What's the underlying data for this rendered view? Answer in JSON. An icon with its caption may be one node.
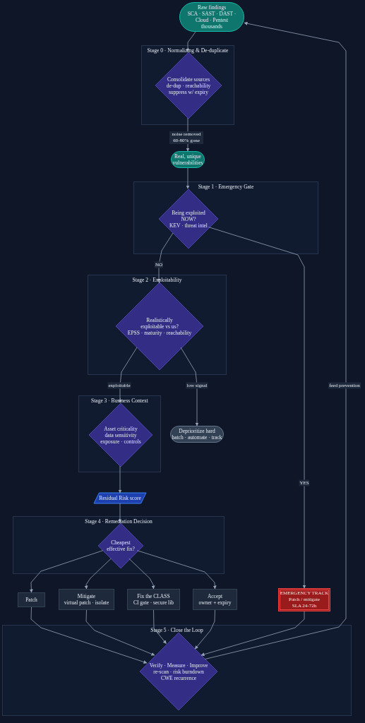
{
  "diagram": {
    "nodes": [
      {
        "text": [
          "Raw findings",
          "SCA · SAST · DAST · Cloud · Pentest",
          "thousands"
        ]
      },
      {
        "text": [
          "Stage 0 · Normalizing & De-duplicate"
        ]
      },
      {
        "text": [
          "Consolidate sources",
          "de-dup · reachability",
          "suppress w/ expiry"
        ],
        "in": 1
      },
      {
        "text": [
          "Real, unique",
          "vulnerabilities"
        ]
      },
      {
        "text": [
          "Stage 1 · Emergency Gate"
        ]
      },
      {
        "text": [
          "Being exploited",
          "NOW?",
          "KEV · threat intel"
        ],
        "in": 4
      },
      {
        "text": [
          "Stage 2 · Exploitability"
        ]
      },
      {
        "text": [
          "Realistically",
          "exploitable vs us?",
          "EPSS · maturity · reachability"
        ],
        "in": 6
      },
      {
        "text": [
          "Stage 3 · Business Context"
        ]
      },
      {
        "text": [
          "Asset criticality",
          "data sensitivity",
          "exposure · controls"
        ],
        "in": 8
      },
      {
        "text": [
          "Deprioritize hard",
          "batch · automate · track"
        ]
      },
      {
        "text": [
          "Residual Risk score"
        ]
      },
      {
        "text": [
          "Stage 4 · Remediation Decision"
        ]
      },
      {
        "text": [
          "Cheapest",
          "effective fix?"
        ],
        "in": 12
      },
      {
        "text": [
          "Patch"
        ]
      },
      {
        "text": [
          "Mitigate",
          "virtual patch · isolate"
        ]
      },
      {
        "text": [
          "Fix the CLASS",
          "CI gate · secure lib"
        ]
      },
      {
        "text": [
          "Accept",
          "owner + expiry"
        ]
      },
      {
        "text": [
          "EMERGENCY TRACK",
          "Patch / mitigate",
          "SLA 24-72h"
        ]
      },
      {
        "text": [
          "Stage 5 · Close the Loop"
        ]
      },
      {
        "text": [
          "Verify · Measure · Improve",
          "re-scan · risk burndown",
          "CWE recurrence"
        ],
        "in": 19
      }
    ],
    "edges": [
      {
        "from": 0,
        "to": 2,
        "arrow": "to"
      },
      {
        "from": 2,
        "to": 3,
        "arrow": "to",
        "label": "noise removed 60-80% gone"
      },
      {
        "from": 3,
        "to": 5,
        "arrow": "to"
      },
      {
        "from": 5,
        "to": 7,
        "arrow": "to",
        "label": "NO"
      },
      {
        "from": 5,
        "to": 18,
        "arrow": "to",
        "label": "YES"
      },
      {
        "from": 7,
        "to": 9,
        "arrow": "to",
        "label": "exploitable"
      },
      {
        "from": 7,
        "to": 10,
        "arrow": "to",
        "label": "low signal"
      },
      {
        "from": 9,
        "to": 11,
        "arrow": "to"
      },
      {
        "from": 11,
        "to": 13,
        "arrow": "to"
      },
      {
        "from": 13,
        "to": 14,
        "arrow": "to"
      },
      {
        "from": 13,
        "to": 15,
        "arrow": "to"
      },
      {
        "from": 13,
        "to": 16,
        "arrow": "to"
      },
      {
        "from": 13,
        "to": 17,
        "arrow": "to"
      },
      {
        "from": 14,
        "to": 20,
        "arrow": "to"
      },
      {
        "from": 15,
        "to": 20,
        "arrow": "to"
      },
      {
        "from": 16,
        "to": 20,
        "arrow": "to"
      },
      {
        "from": 17,
        "to": 20,
        "arrow": "to"
      },
      {
        "from": 18,
        "to": 20,
        "arrow": "to"
      },
      {
        "from": 20,
        "to": 0,
        "arrow": "to",
        "label": "feed prevention"
      }
    ]
  }
}
